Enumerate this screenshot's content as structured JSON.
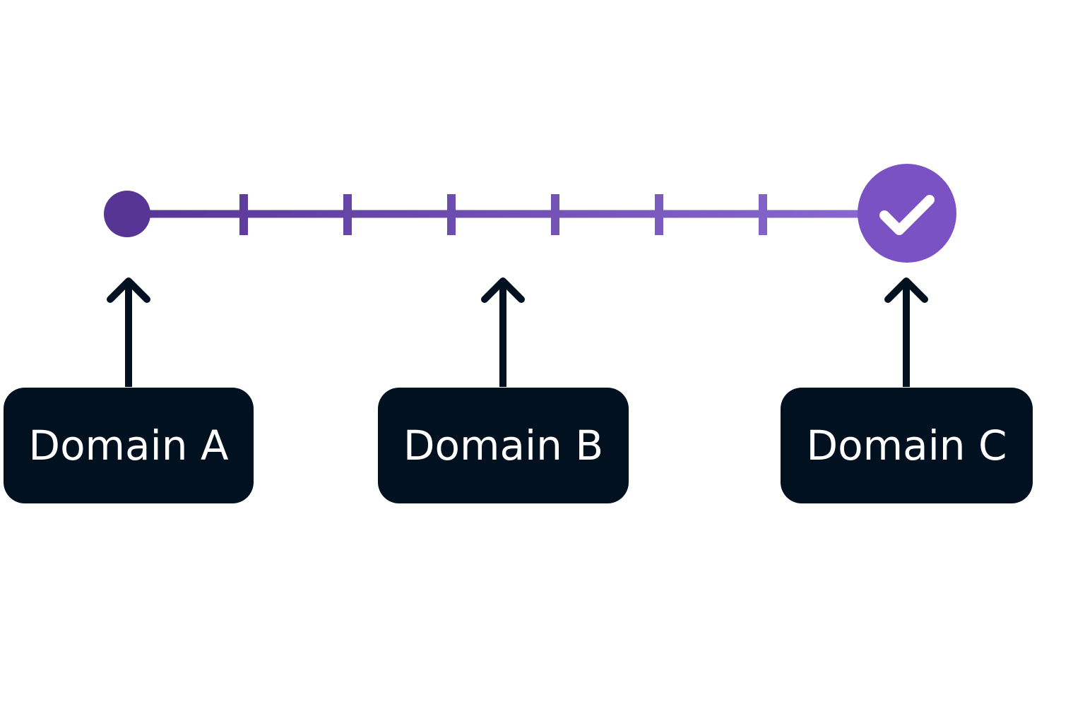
{
  "diagram": {
    "colors": {
      "track_start": "#573594",
      "track_end": "#8a6cd2",
      "end_marker": "#7a52c4",
      "box_background": "#02111f",
      "box_text": "#ffffff",
      "arrow": "#02111f",
      "check": "#ffffff"
    },
    "icons": {
      "start_marker": "circle-dot-icon",
      "end_marker": "checkmark-icon",
      "pointer": "arrow-up-icon"
    },
    "tick_count": 6,
    "domains": [
      {
        "label": "Domain A"
      },
      {
        "label": "Domain B"
      },
      {
        "label": "Domain C"
      }
    ]
  }
}
